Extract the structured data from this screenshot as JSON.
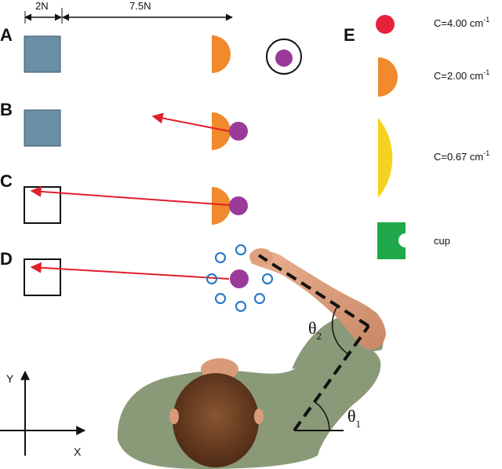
{
  "panels": {
    "a": "A",
    "b": "B",
    "c": "C",
    "d": "D",
    "e": "E"
  },
  "dimensions": {
    "box_width": "2N",
    "distance": "7.5N"
  },
  "legend": {
    "red_circle": "C=4.00 cm",
    "orange_half": "C=2.00 cm",
    "yellow_half": "C=0.67 cm",
    "superscript": "-1",
    "cup": "cup"
  },
  "axes": {
    "x": "X",
    "y": "Y"
  },
  "angles": {
    "theta": "θ",
    "theta1_sub": "1",
    "theta2_sub": "2"
  },
  "colors": {
    "box_fill": "#6a8ea3",
    "orange": "#f08a2c",
    "purple": "#9a3a9a",
    "red": "#e8213a",
    "yellow": "#f5d21f",
    "green": "#1ea84a",
    "arrow": "#e0202a",
    "target_ring": "#1f73c9",
    "shirt": "#8a9a78",
    "skin": "#e0a07e",
    "hair": "#6b3e22"
  }
}
